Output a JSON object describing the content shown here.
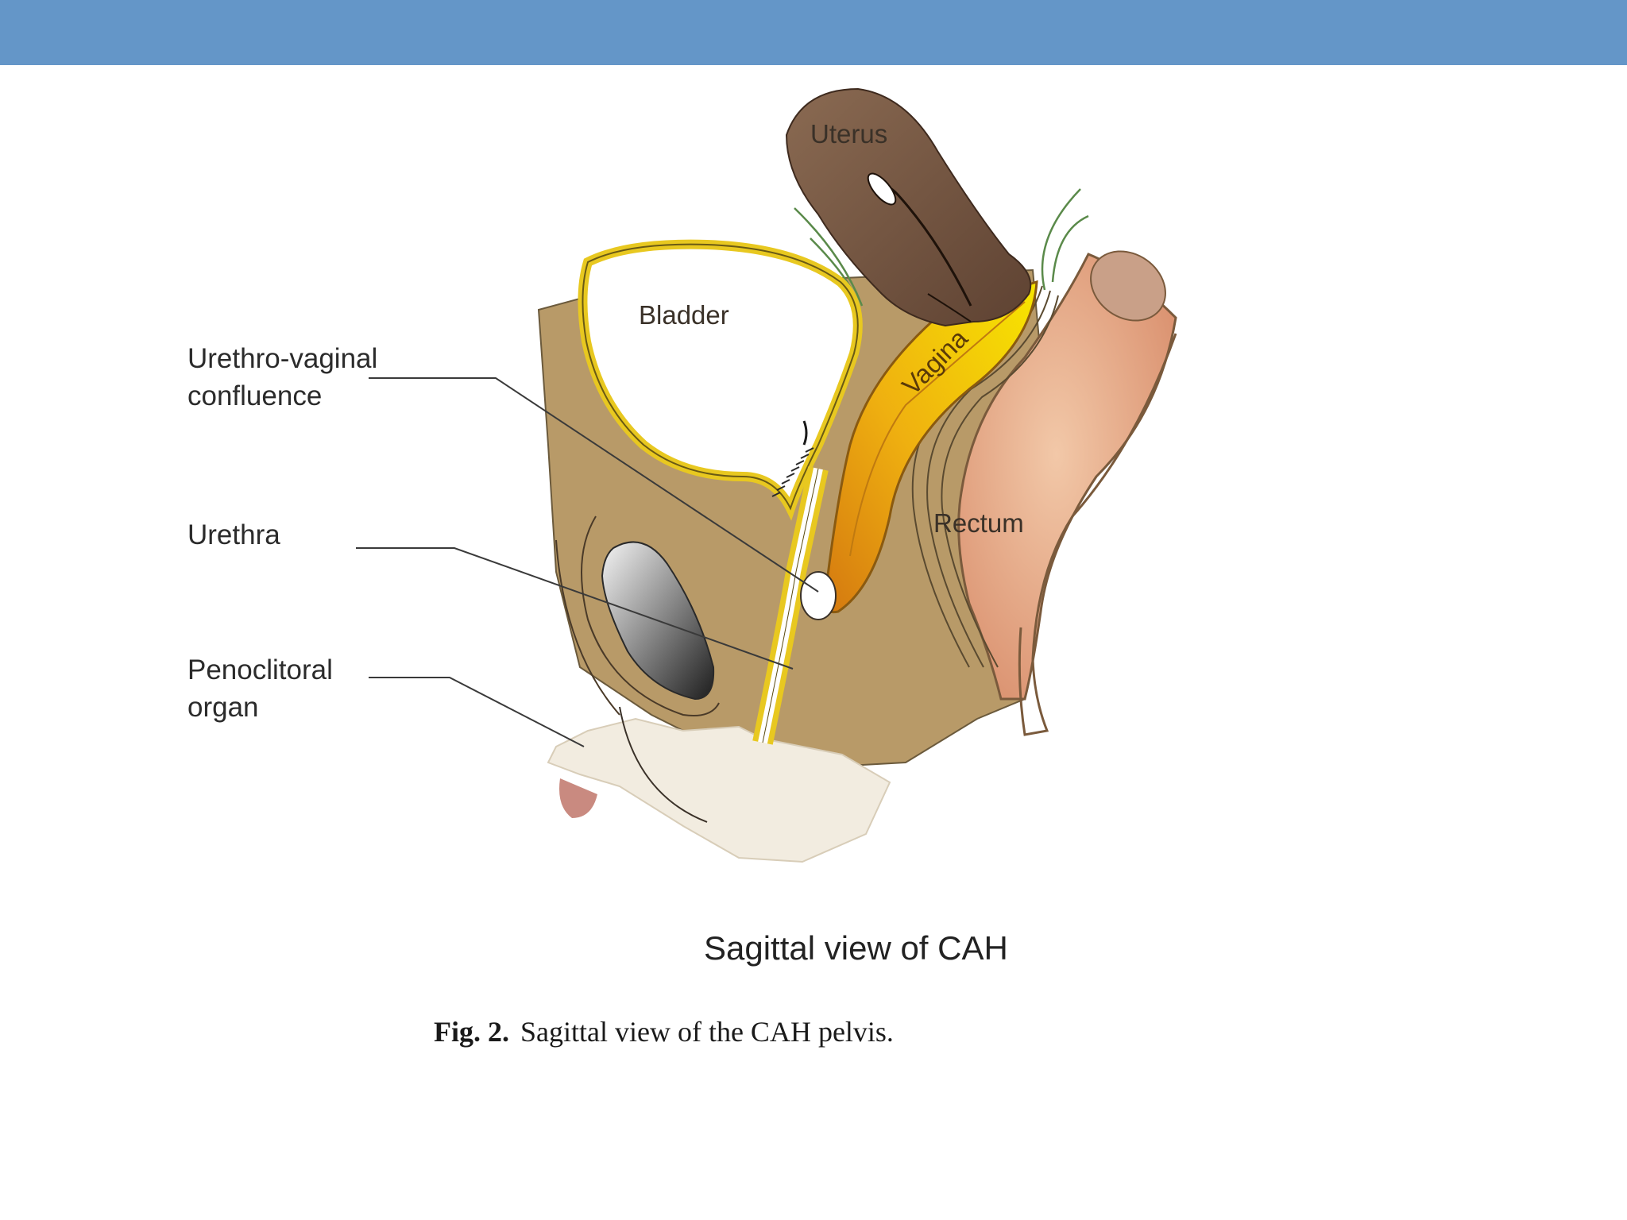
{
  "colors": {
    "header_bar": "#6496c8",
    "tissue": "#b89a68",
    "bladder_wall": "#e8c820",
    "uterus": "#7a5a44",
    "vagina": "#f0c010",
    "rectum": "#e0a080",
    "skin": "#f2ece0"
  },
  "labels": {
    "confluence_line1": "Urethro-vaginal",
    "confluence_line2": "confluence",
    "urethra": "Urethra",
    "penoclitoral_line1": "Penoclitoral",
    "penoclitoral_line2": "organ"
  },
  "organs": {
    "uterus": "Uterus",
    "bladder": "Bladder",
    "vagina": "Vagina",
    "rectum": "Rectum"
  },
  "diagram_title": "Sagittal view of CAH",
  "caption": {
    "fig_number": "Fig. 2.",
    "text": "Sagittal view of the CAH pelvis."
  }
}
